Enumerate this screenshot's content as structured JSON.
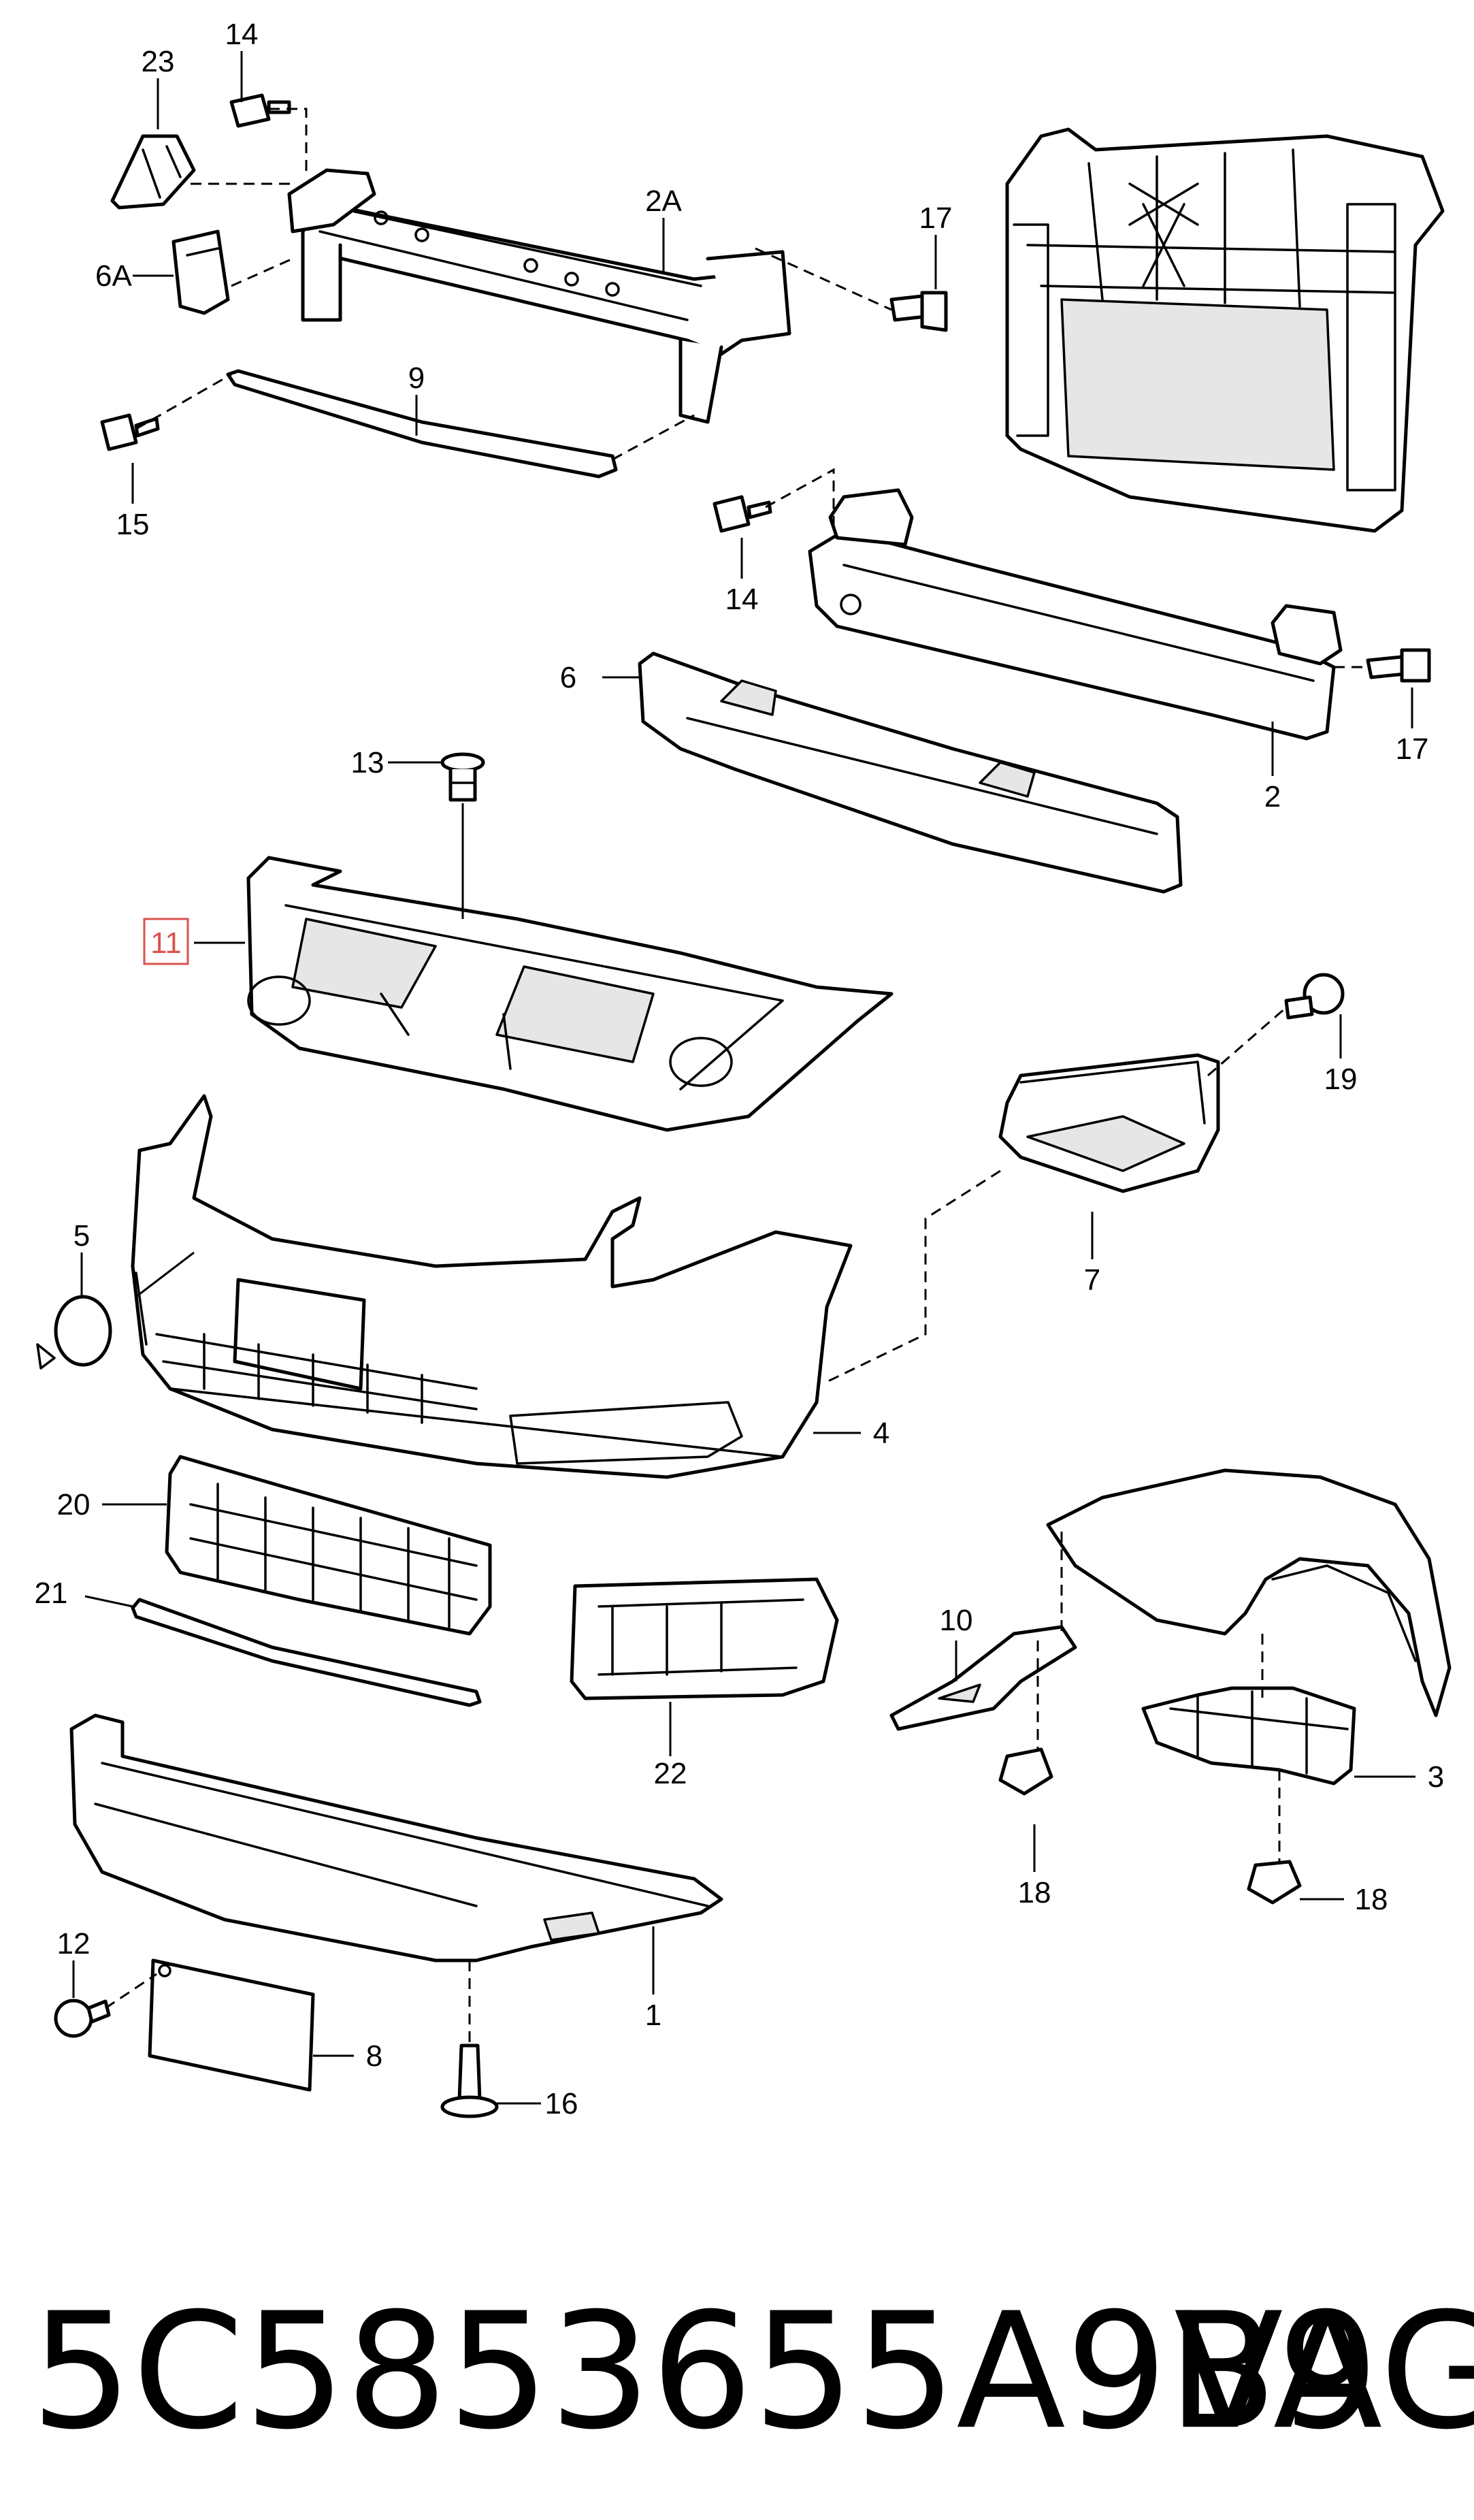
{
  "diagram": {
    "labels": {
      "p1": "1",
      "p2": "2",
      "p2a": "2A",
      "p3": "3",
      "p4": "4",
      "p5": "5",
      "p6": "6",
      "p6a": "6A",
      "p7": "7",
      "p8": "8",
      "p9": "9",
      "p10": "10",
      "p11": "11",
      "p12": "12",
      "p13": "13",
      "p14a": "14",
      "p14b": "14",
      "p15": "15",
      "p16": "16",
      "p17a": "17",
      "p17b": "17",
      "p18a": "18",
      "p18b": "18",
      "p19": "19",
      "p20": "20",
      "p21": "21",
      "p22": "22",
      "p23": "23"
    },
    "highlighted_part": "11",
    "highlight_color": "#d9534f"
  },
  "caption": {
    "part_number": "5C5853655A9B9",
    "brand": "VAG"
  }
}
